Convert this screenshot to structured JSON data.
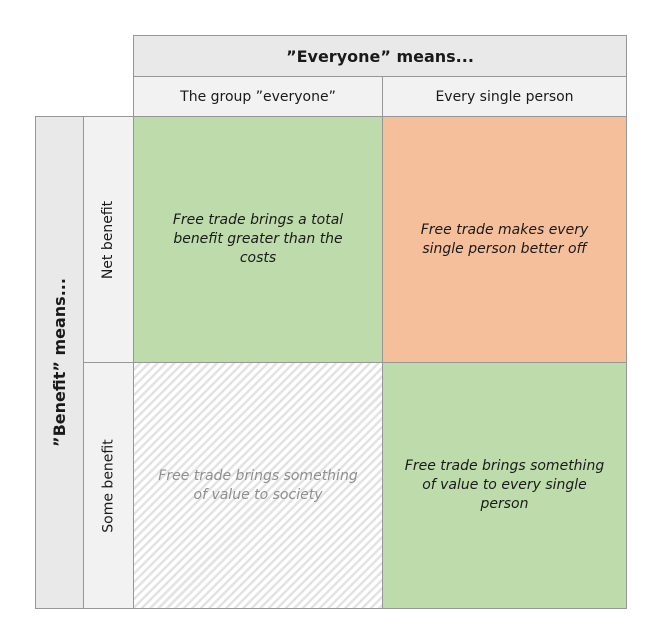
{
  "table": {
    "col_header": {
      "title": "”Everyone” means...",
      "columns": [
        "The group ”everyone”",
        "Every single person"
      ]
    },
    "row_header": {
      "title": "”Benefit” means...",
      "rows": [
        "Net benefit",
        "Some benefit"
      ]
    },
    "cells": {
      "top_left": {
        "lines": [
          "Free trade brings a total",
          "benefit greater than the",
          "costs"
        ]
      },
      "top_right": {
        "lines": [
          "Free trade makes every",
          "single person better off"
        ]
      },
      "bottom_left": {
        "lines": [
          "Free trade brings something",
          "of value to society"
        ]
      },
      "bottom_right": {
        "lines": [
          "Free trade brings something",
          "of value to every single",
          "person"
        ]
      }
    },
    "colors": {
      "green": "#bedcab",
      "orange": "#f6bf9b",
      "header_dark": "#e9e9e9",
      "header_light": "#f2f2f2",
      "border": "#979797",
      "hatch_stripe": "#e3e3e3",
      "muted_text": "#8f8f8f",
      "text": "#1a1a1a"
    }
  }
}
